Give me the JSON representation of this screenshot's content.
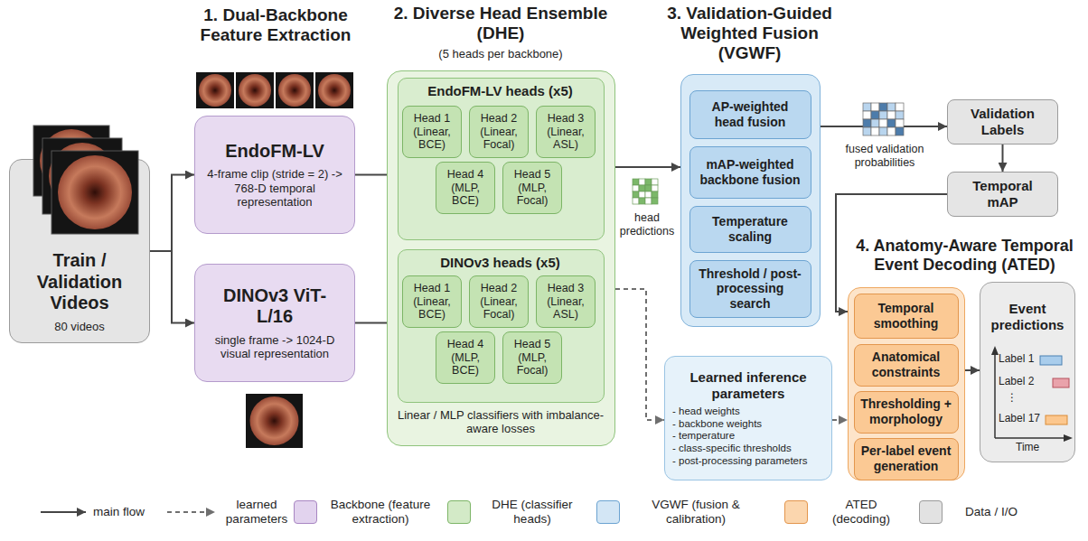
{
  "diagram": {
    "nodes": [
      {
        "text": [
          "Train / Validation Videos",
          "80 videos"
        ]
      },
      {
        "text": [
          "EndoFM-LV",
          "4-frame clip (stride = 2) -> 768-D temporal representation"
        ]
      },
      {
        "text": [
          "DINOv3 ViT-L/16",
          "single frame -> 1024-D visual representation"
        ]
      },
      {
        "text": [
          "2. Diverse Head Ensemble (DHE)",
          "(5 heads per backbone)",
          "Linear / MLP classifiers with imbalance-aware losses"
        ]
      },
      {
        "text": [
          "EndoFM-LV heads (x5)"
        ],
        "in": 3
      },
      {
        "text": [
          "Head 1 (Linear, BCE)"
        ],
        "in": 4
      },
      {
        "text": [
          "Head 2 (Linear, Focal)"
        ],
        "in": 4
      },
      {
        "text": [
          "Head 3 (Linear, ASL)"
        ],
        "in": 4
      },
      {
        "text": [
          "Head 4 (MLP, BCE)"
        ],
        "in": 4
      },
      {
        "text": [
          "Head 5 (MLP, Focal)"
        ],
        "in": 4
      },
      {
        "text": [
          "DINOv3 heads (x5)"
        ],
        "in": 3
      },
      {
        "text": [
          "Head 1 (Linear, BCE)"
        ],
        "in": 10
      },
      {
        "text": [
          "Head 2 (Linear, Focal)"
        ],
        "in": 10
      },
      {
        "text": [
          "Head 3 (Linear, ASL)"
        ],
        "in": 10
      },
      {
        "text": [
          "Head 4 (MLP, BCE)"
        ],
        "in": 10
      },
      {
        "text": [
          "Head 5 (MLP, Focal)"
        ],
        "in": 10
      },
      {
        "text": [
          "3. Validation-Guided Weighted Fusion (VGWF)"
        ]
      },
      {
        "text": [
          "AP-weighted head fusion"
        ],
        "in": 16
      },
      {
        "text": [
          "mAP-weighted backbone fusion"
        ],
        "in": 16
      },
      {
        "text": [
          "Temperature scaling"
        ],
        "in": 16
      },
      {
        "text": [
          "Threshold / post-processing search"
        ],
        "in": 16
      },
      {
        "text": [
          "Learned inference parameters",
          "- head weights",
          "- backbone weights",
          "- temperature",
          "- class-specific thresholds",
          "- post-processing parameters"
        ]
      },
      {
        "text": [
          "Validation Labels"
        ]
      },
      {
        "text": [
          "Temporal mAP"
        ]
      },
      {
        "text": [
          "4. Anatomy-Aware Temporal Event Decoding (ATED)"
        ]
      },
      {
        "text": [
          "Temporal smoothing"
        ],
        "in": 24
      },
      {
        "text": [
          "Anatomical constraints"
        ],
        "in": 24
      },
      {
        "text": [
          "Thresholding + morphology"
        ],
        "in": 24
      },
      {
        "text": [
          "Per-label event generation"
        ],
        "in": 24
      },
      {
        "text": [
          "Event predictions"
        ]
      }
    ],
    "edges": [
      {
        "from": 0,
        "to": 1,
        "arrow": "to"
      },
      {
        "from": 0,
        "to": 2,
        "arrow": "to"
      },
      {
        "from": 1,
        "to": 4,
        "arrow": "to"
      },
      {
        "from": 2,
        "to": 10,
        "arrow": "to"
      },
      {
        "from": 3,
        "to": 16,
        "arrow": "to"
      },
      {
        "from": 3,
        "to": 21,
        "arrow": "to"
      },
      {
        "from": 16,
        "to": 22,
        "arrow": "to"
      },
      {
        "from": 22,
        "to": 23,
        "arrow": "to"
      },
      {
        "from": 23,
        "to": 24,
        "arrow": "to"
      },
      {
        "from": 21,
        "to": 24,
        "arrow": "to"
      },
      {
        "from": 24,
        "to": 29,
        "arrow": "to"
      }
    ],
    "labels": [
      "1. Dual-Backbone Feature Extraction",
      "head predictions",
      "fused validation probabilities",
      "Label 1",
      "Label 2",
      "⋮",
      "Label 17",
      "Time"
    ],
    "legend": [
      {
        "text": "main flow"
      },
      {
        "text": "learned parameters"
      },
      {
        "text": "Backbone (feature extraction)",
        "color": "#e2d3ee"
      },
      {
        "text": "DHE (classifier heads)",
        "color": "#d3eac7"
      },
      {
        "text": "VGWF (fusion & calibration)",
        "color": "#d3e6f5"
      },
      {
        "text": "ATED (decoding)",
        "color": "#fbd6ae"
      },
      {
        "text": "Data / I/O",
        "color": "#e2e2e2"
      }
    ]
  }
}
